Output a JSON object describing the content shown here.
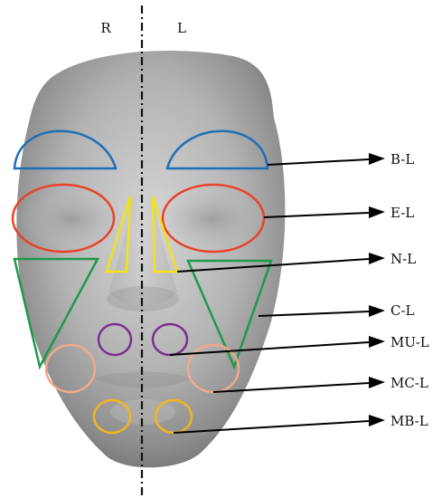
{
  "sides": {
    "right": "R",
    "left": "L"
  },
  "colors": {
    "brow": "#1f6fb5",
    "eye": "#e8432a",
    "nose": "#f2e11b",
    "cheek": "#1e9a4a",
    "mouth_upper": "#7b2f8f",
    "mouth_corner": "#f2a98a",
    "mouth_bottom": "#f2b51c",
    "arrow": "#000000"
  },
  "regions": [
    {
      "id": "brow",
      "label": "B-L"
    },
    {
      "id": "eye",
      "label": "E-L"
    },
    {
      "id": "nose",
      "label": "N-L"
    },
    {
      "id": "cheek",
      "label": "C-L"
    },
    {
      "id": "mouth-upper",
      "label": "MU-L"
    },
    {
      "id": "mouth-corner",
      "label": "MC-L"
    },
    {
      "id": "mouth-bottom",
      "label": "MB-L"
    }
  ]
}
